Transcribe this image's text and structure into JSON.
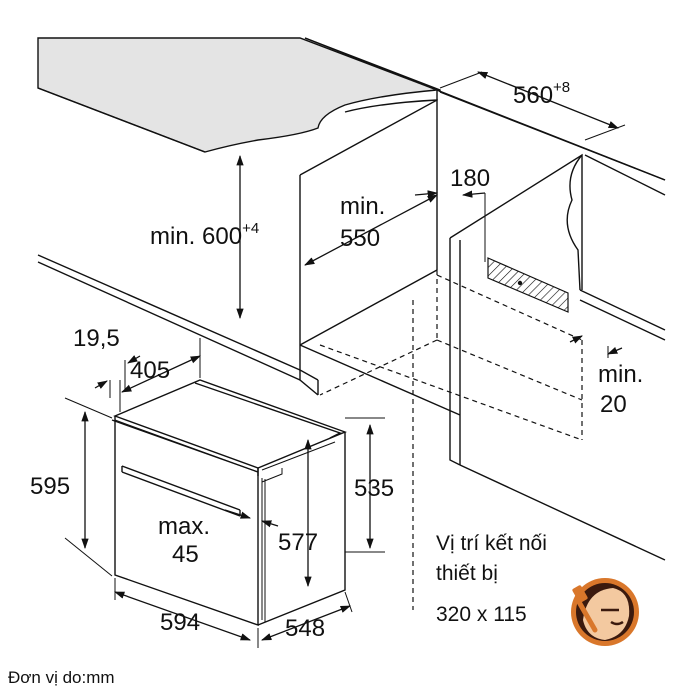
{
  "dimensions": {
    "niche_width": "560",
    "niche_width_tol": "+8",
    "niche_height_prefix": "min. 600",
    "niche_height_tol": "+4",
    "depth_min_label": "min.",
    "depth_min_value": "550",
    "vent_gap": "180",
    "side_gap_label": "min.",
    "side_gap_value": "20",
    "front_offset": "19,5",
    "top_depth": "405",
    "oven_height": "595",
    "body_height": "535",
    "inner_height": "577",
    "door_label": "max.",
    "door_value": "45",
    "oven_width": "594",
    "oven_depth": "548"
  },
  "connection_note": {
    "line1": "Vị trí kết nối",
    "line2": "thiết bị",
    "size": "320 x 115"
  },
  "unit_note": "Đơn vị do:mm",
  "colors": {
    "line": "#111111",
    "slab": "#e4e4e4",
    "logo_bg": "#3b1a0e",
    "logo_ring": "#d9772b"
  },
  "icons": {
    "logo": "chef-spatula-icon"
  }
}
